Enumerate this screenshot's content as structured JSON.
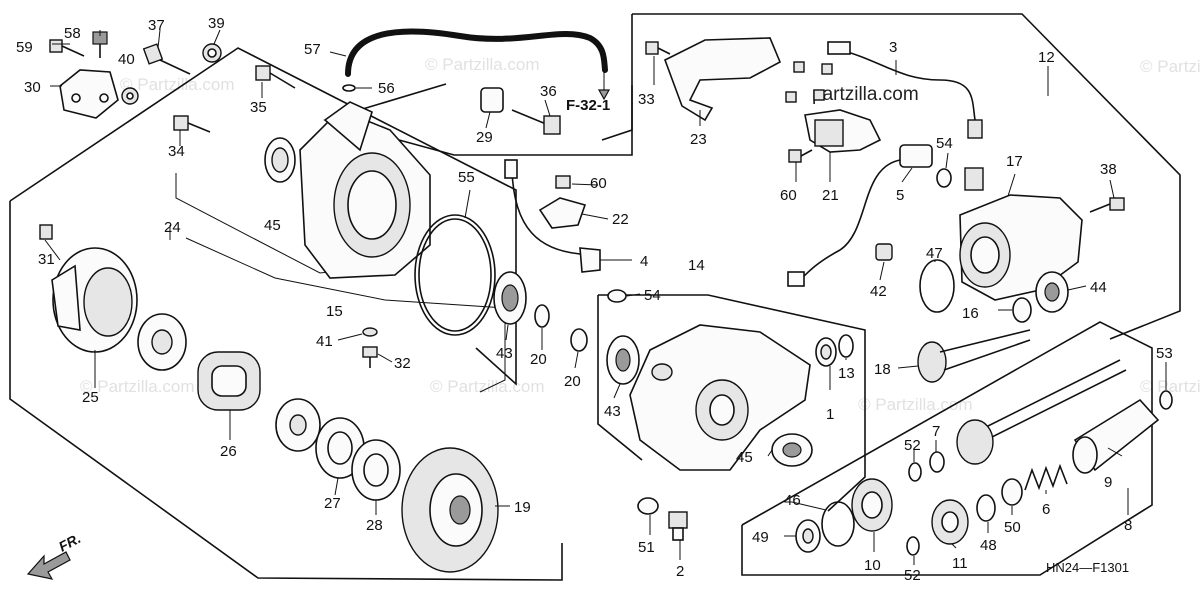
{
  "diagram_code": "HN24—F1301",
  "reference_label": "F-32-1",
  "direction_label": "FR.",
  "watermarks": [
    "© Partzilla.com",
    "partzilla.com"
  ],
  "callouts": [
    {
      "id": "c1",
      "text": "1"
    },
    {
      "id": "c2",
      "text": "2"
    },
    {
      "id": "c3",
      "text": "3"
    },
    {
      "id": "c4",
      "text": "4"
    },
    {
      "id": "c5",
      "text": "5"
    },
    {
      "id": "c6",
      "text": "6"
    },
    {
      "id": "c7",
      "text": "7"
    },
    {
      "id": "c8",
      "text": "8"
    },
    {
      "id": "c9",
      "text": "9"
    },
    {
      "id": "c10",
      "text": "10"
    },
    {
      "id": "c11",
      "text": "11"
    },
    {
      "id": "c12",
      "text": "12"
    },
    {
      "id": "c13",
      "text": "13"
    },
    {
      "id": "c14",
      "text": "14"
    },
    {
      "id": "c15",
      "text": "15"
    },
    {
      "id": "c16",
      "text": "16"
    },
    {
      "id": "c17",
      "text": "17"
    },
    {
      "id": "c18",
      "text": "18"
    },
    {
      "id": "c19",
      "text": "19"
    },
    {
      "id": "c20a",
      "text": "20"
    },
    {
      "id": "c20b",
      "text": "20"
    },
    {
      "id": "c21",
      "text": "21"
    },
    {
      "id": "c22",
      "text": "22"
    },
    {
      "id": "c23",
      "text": "23"
    },
    {
      "id": "c24",
      "text": "24"
    },
    {
      "id": "c25",
      "text": "25"
    },
    {
      "id": "c26",
      "text": "26"
    },
    {
      "id": "c27",
      "text": "27"
    },
    {
      "id": "c28",
      "text": "28"
    },
    {
      "id": "c29",
      "text": "29"
    },
    {
      "id": "c30",
      "text": "30"
    },
    {
      "id": "c31",
      "text": "31"
    },
    {
      "id": "c32",
      "text": "32"
    },
    {
      "id": "c33",
      "text": "33"
    },
    {
      "id": "c34",
      "text": "34"
    },
    {
      "id": "c35",
      "text": "35"
    },
    {
      "id": "c36",
      "text": "36"
    },
    {
      "id": "c37",
      "text": "37"
    },
    {
      "id": "c38",
      "text": "38"
    },
    {
      "id": "c39",
      "text": "39"
    },
    {
      "id": "c40",
      "text": "40"
    },
    {
      "id": "c41",
      "text": "41"
    },
    {
      "id": "c42",
      "text": "42"
    },
    {
      "id": "c43a",
      "text": "43"
    },
    {
      "id": "c43b",
      "text": "43"
    },
    {
      "id": "c44",
      "text": "44"
    },
    {
      "id": "c45a",
      "text": "45"
    },
    {
      "id": "c45b",
      "text": "45"
    },
    {
      "id": "c46",
      "text": "46"
    },
    {
      "id": "c47",
      "text": "47"
    },
    {
      "id": "c48",
      "text": "48"
    },
    {
      "id": "c49",
      "text": "49"
    },
    {
      "id": "c50",
      "text": "50"
    },
    {
      "id": "c51",
      "text": "51"
    },
    {
      "id": "c52a",
      "text": "52"
    },
    {
      "id": "c52b",
      "text": "52"
    },
    {
      "id": "c53",
      "text": "53"
    },
    {
      "id": "c54a",
      "text": "54"
    },
    {
      "id": "c54b",
      "text": "54"
    },
    {
      "id": "c55",
      "text": "55"
    },
    {
      "id": "c56",
      "text": "56"
    },
    {
      "id": "c57",
      "text": "57"
    },
    {
      "id": "c58",
      "text": "58"
    },
    {
      "id": "c59",
      "text": "59"
    },
    {
      "id": "c60a",
      "text": "60"
    },
    {
      "id": "c60b",
      "text": "60"
    }
  ]
}
